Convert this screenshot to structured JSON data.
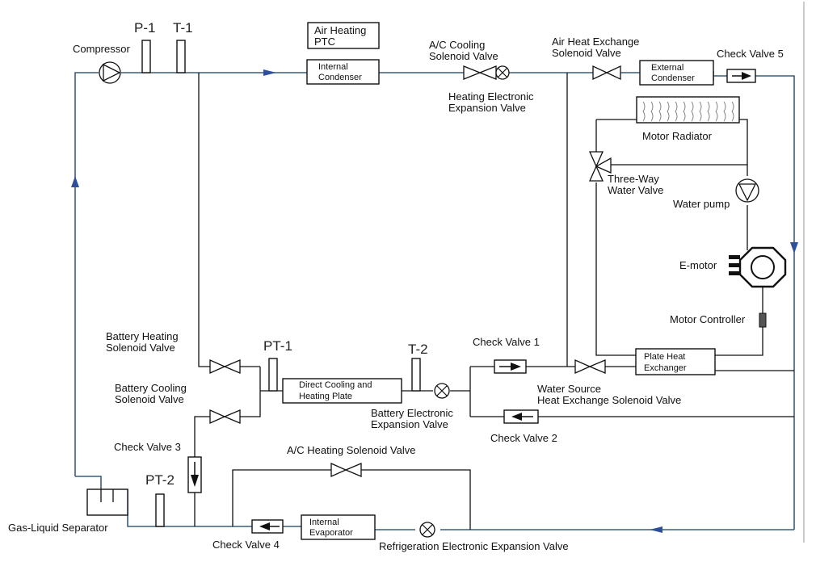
{
  "labels": {
    "compressor": "Compressor",
    "p1": "P-1",
    "t1": "T-1",
    "air_heating_ptc_1": "Air Heating",
    "air_heating_ptc_2": "PTC",
    "internal_condenser_1": "Internal",
    "internal_condenser_2": "Condenser",
    "ac_cooling_valve_1": "A/C Cooling",
    "ac_cooling_valve_2": "Solenoid Valve",
    "heating_eev_1": "Heating Electronic",
    "heating_eev_2": "Expansion Valve",
    "air_hx_valve_1": "Air Heat Exchange",
    "air_hx_valve_2": "Solenoid Valve",
    "external_condenser_1": "External",
    "external_condenser_2": "Condenser",
    "check_valve_5": "Check Valve 5",
    "motor_radiator": "Motor Radiator",
    "three_way_1": "Three-Way",
    "three_way_2": "Water Valve",
    "water_pump": "Water pump",
    "e_motor": "E-motor",
    "motor_controller": "Motor Controller",
    "battery_heating_valve_1": "Battery Heating",
    "battery_heating_valve_2": "Solenoid Valve",
    "pt1": "PT-1",
    "t2": "T-2",
    "direct_plate_1": "Direct Cooling and",
    "direct_plate_2": "Heating Plate",
    "check_valve_1": "Check Valve 1",
    "plate_hx_1": "Plate Heat",
    "plate_hx_2": "Exchanger",
    "water_source_valve_1": "Water Source",
    "water_source_valve_2": "Heat Exchange Solenoid Valve",
    "battery_cooling_valve_1": "Battery Cooling",
    "battery_cooling_valve_2": "Solenoid Valve",
    "battery_eev_1": "Battery Electronic",
    "battery_eev_2": "Expansion Valve",
    "check_valve_2": "Check Valve 2",
    "check_valve_3": "Check Valve 3",
    "ac_heating_valve": "A/C Heating Solenoid Valve",
    "pt2": "PT-2",
    "gas_liquid_separator": "Gas-Liquid Separator",
    "check_valve_4": "Check Valve 4",
    "internal_evaporator_1": "Internal",
    "internal_evaporator_2": "Evaporator",
    "refrigeration_eev": "Refrigeration Electronic Expansion Valve"
  },
  "colors": {
    "pipe": "#3a5d7d",
    "flow_arrow": "#2f4f9a",
    "outline": "#111111"
  }
}
